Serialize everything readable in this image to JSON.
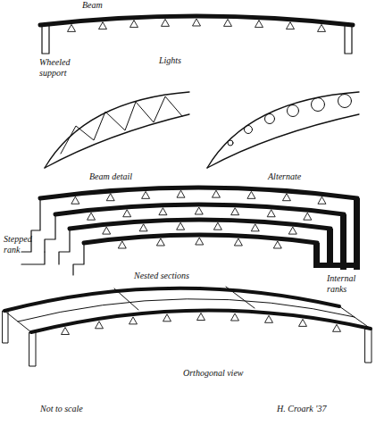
{
  "diagram": {
    "labels": [
      "Beam",
      "Lights",
      "Wheeled support",
      "Beam detail",
      "Alternate",
      "Stepped rank",
      "Nested sections",
      "Internal ranks",
      "Orthogonal view",
      "Not to scale",
      "H. Croark '37"
    ]
  }
}
